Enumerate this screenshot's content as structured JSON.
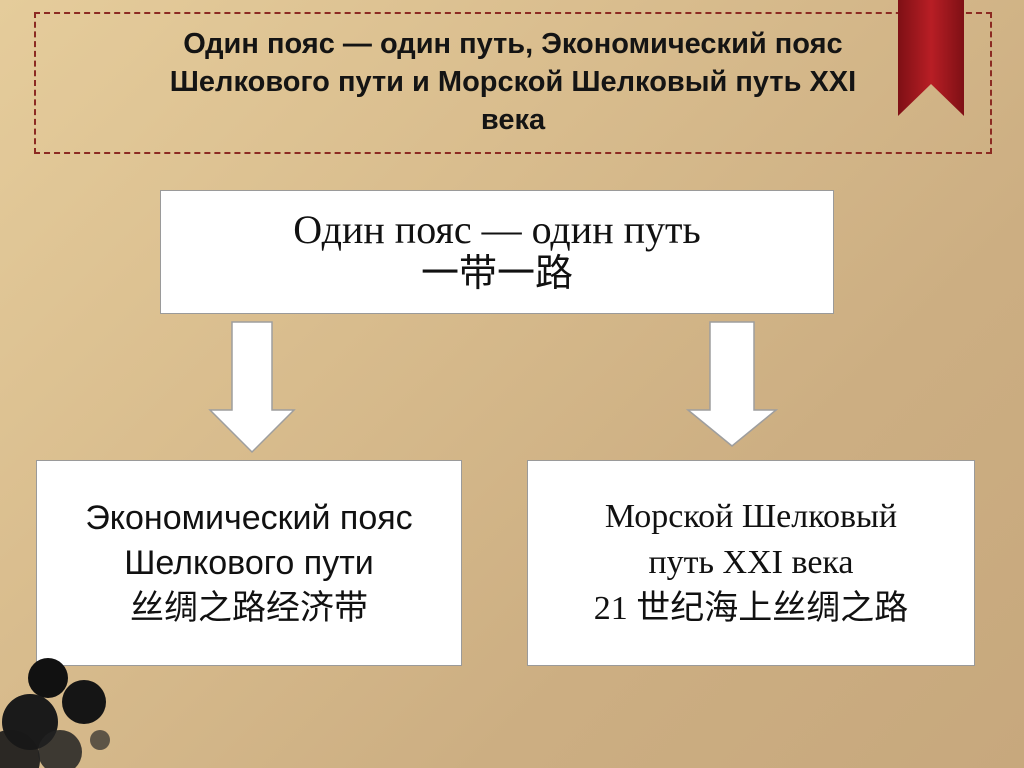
{
  "title": {
    "line1": "Один пояс — один путь, Экономический пояс",
    "line2": "Шелкового пути и Морской Шелковый путь XXI",
    "line3": "века"
  },
  "top_box": {
    "line1": "Один пояс — один путь",
    "line2": "一带一路"
  },
  "left_box": {
    "line1": "Экономический пояс",
    "line2": "Шелкового пути",
    "line3": "丝绸之路经济带"
  },
  "right_box": {
    "line1": "Морской Шелковый",
    "line2": "путь XXI века",
    "line3": "21 世纪海上丝绸之路"
  },
  "colors": {
    "frame": "#8c2a22",
    "ribbon": "#a8191f",
    "background": "#d9bd8e"
  },
  "icons": {
    "ribbon": "bookmark-ribbon-icon",
    "arrows": "down-arrow-icon"
  }
}
